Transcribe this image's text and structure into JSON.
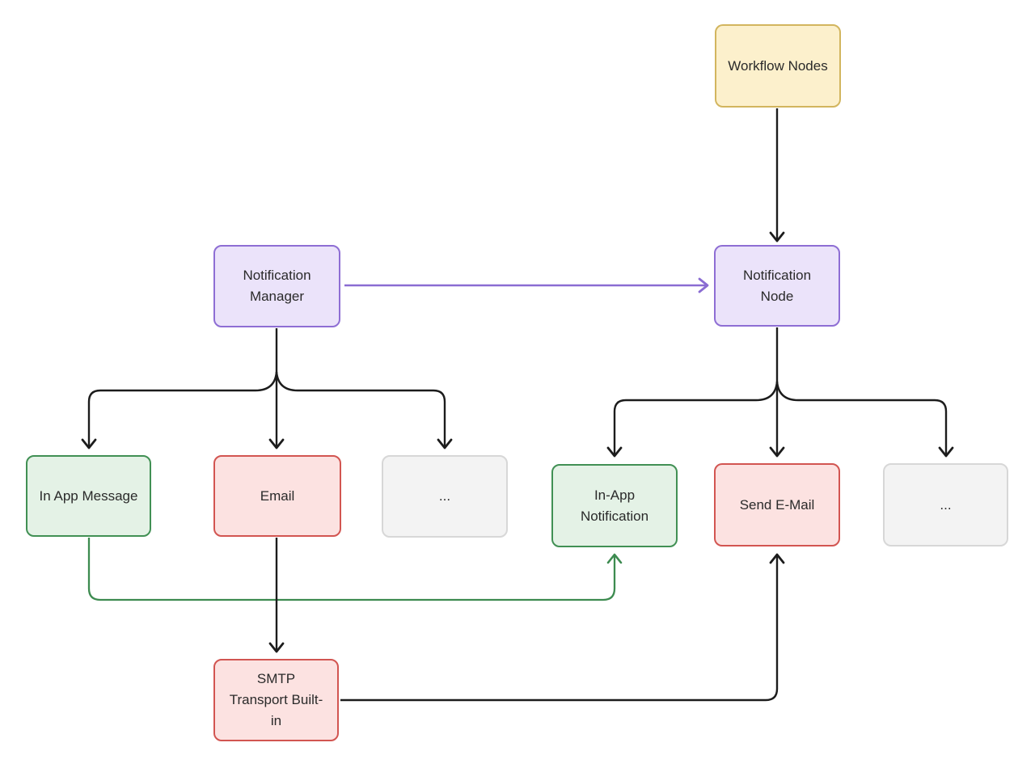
{
  "diagram": {
    "type": "flowchart",
    "background": "#ffffff",
    "nodes": {
      "workflow": {
        "label": "Workflow Nodes",
        "fill": "#fcf0cc",
        "border": "#d2b55e"
      },
      "manager": {
        "label": "Notification Manager",
        "fill": "#ebe3fa",
        "border": "#8e6ed4"
      },
      "node": {
        "label": "Notification Node",
        "fill": "#ebe3fa",
        "border": "#8e6ed4"
      },
      "inapp_msg": {
        "label": "In App Message",
        "fill": "#e4f2e6",
        "border": "#419054"
      },
      "email": {
        "label": "Email",
        "fill": "#fce2e1",
        "border": "#d25551"
      },
      "dots_left": {
        "label": "...",
        "fill": "#f3f3f3",
        "border": "#d7d7d7"
      },
      "inapp_notif": {
        "label": "In-App Notification",
        "fill": "#e4f2e6",
        "border": "#419054"
      },
      "send_email": {
        "label": "Send E-Mail",
        "fill": "#fce2e1",
        "border": "#d25551"
      },
      "dots_right": {
        "label": "...",
        "fill": "#f3f3f3",
        "border": "#d7d7d7"
      },
      "smtp": {
        "label": "SMTP Transport Built-in",
        "fill": "#fce2e1",
        "border": "#d25551"
      }
    },
    "edges": [
      {
        "from": "Workflow Nodes",
        "to": "Notification Node",
        "color": "#1c1c1c"
      },
      {
        "from": "Notification Manager",
        "to": "Notification Node",
        "color": "#8a6cd2"
      },
      {
        "from": "Notification Manager",
        "to": "In App Message",
        "color": "#1c1c1c"
      },
      {
        "from": "Notification Manager",
        "to": "Email",
        "color": "#1c1c1c"
      },
      {
        "from": "Notification Manager",
        "to": "... (left)",
        "color": "#1c1c1c"
      },
      {
        "from": "Notification Node",
        "to": "In-App Notification",
        "color": "#1c1c1c"
      },
      {
        "from": "Notification Node",
        "to": "Send E-Mail",
        "color": "#1c1c1c"
      },
      {
        "from": "Notification Node",
        "to": "... (right)",
        "color": "#1c1c1c"
      },
      {
        "from": "In App Message",
        "to": "In-App Notification",
        "color": "#3d8b50"
      },
      {
        "from": "Email",
        "to": "SMTP Transport Built-in",
        "color": "#1c1c1c"
      },
      {
        "from": "SMTP Transport Built-in",
        "to": "Send E-Mail",
        "color": "#1c1c1c"
      }
    ],
    "edge_colors": {
      "black": "#1c1c1c",
      "purple": "#8a6cd2",
      "green": "#3d8b50"
    }
  }
}
